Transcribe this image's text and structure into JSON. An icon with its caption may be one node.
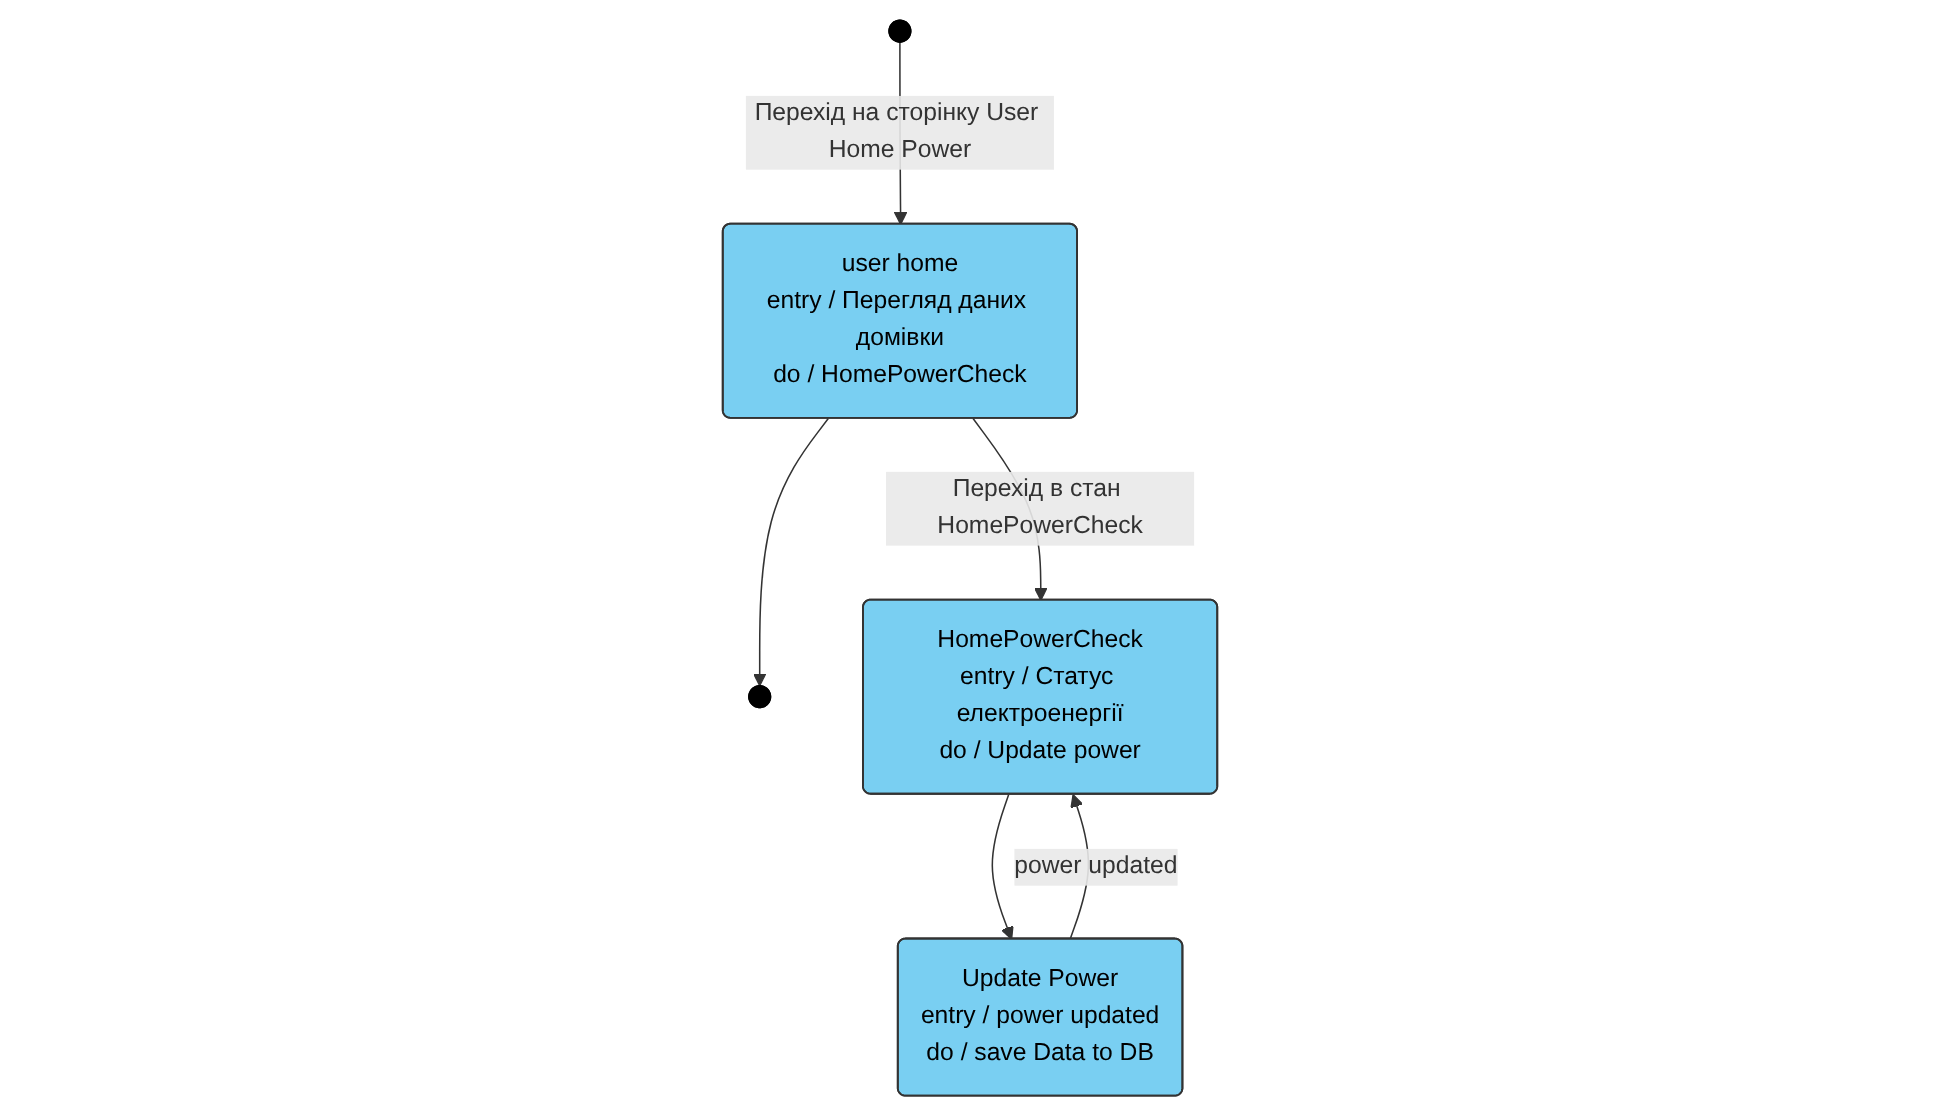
{
  "diagram": {
    "nodes": [
      {
        "text": [],
        "shape": "circle"
      },
      {
        "text": [
          "user home",
          "entry / Перегляд даних домівки",
          "do / HomePowerCheck"
        ]
      },
      {
        "text": [],
        "shape": "circle"
      },
      {
        "text": [
          "HomePowerCheck",
          "entry / Статус електроенергії",
          "do / Update power"
        ]
      },
      {
        "text": [
          "Update Power",
          "entry / power updated",
          "do / save Data to DB"
        ]
      }
    ],
    "edges": [
      {
        "from": 0,
        "to": 1,
        "arrow": "to",
        "label": "Перехід на сторінку User Home Power"
      },
      {
        "from": 1,
        "to": 2,
        "arrow": "to"
      },
      {
        "from": 1,
        "to": 3,
        "arrow": "to",
        "label": "Перехід в стан HomePowerCheck"
      },
      {
        "from": 4,
        "to": 3,
        "arrow": "to",
        "label": "power updated"
      },
      {
        "from": 3,
        "to": 4,
        "arrow": "to"
      }
    ]
  }
}
